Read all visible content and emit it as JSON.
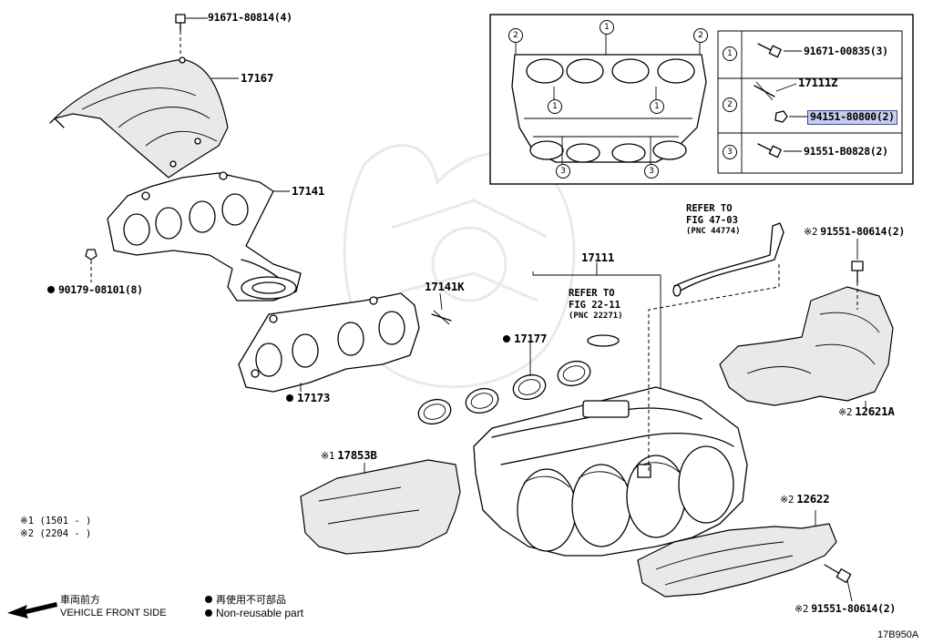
{
  "labels": {
    "p_91671_80814": "91671-80814(4)",
    "p_17167": "17167",
    "p_17141": "17141",
    "p_90179": "90179-08101(8)",
    "p_17141K": "17141K",
    "p_17111": "17111",
    "p_17177": "17177",
    "p_17173": "17173",
    "p_17853B": "17853B",
    "p_12621A": "12621A",
    "p_12622": "12622",
    "p_91551_80614_top": "91551-80614(2)",
    "p_91551_80614_bot": "91551-80614(2)"
  },
  "marks": {
    "x1": "※1",
    "x2": "※2"
  },
  "refs": {
    "fig47": {
      "line1": "REFER TO",
      "line2": "FIG 47-03",
      "line3": "(PNC 44774)"
    },
    "fig22": {
      "line1": "REFER TO",
      "line2": "FIG 22-11",
      "line3": "(PNC 22271)"
    }
  },
  "inset": {
    "row1_num": "1",
    "row1_part": "91671-00835(3)",
    "row2_num": "2",
    "row2_part_a": "17111Z",
    "row2_part_b": "94151-80800(2)",
    "row3_num": "3",
    "row3_part": "91551-B0828(2)",
    "callout_1": "1",
    "callout_2": "2",
    "callout_3": "3"
  },
  "notes": {
    "n1": "※1 (1501 -      )",
    "n2": "※2 (2204 -      )"
  },
  "legend": {
    "front_jp": "車両前方",
    "front_en": "VEHICLE FRONT SIDE",
    "nonreuse_jp": "再使用不可部品",
    "nonreuse_en": "Non-reusable part"
  },
  "figure_id": "17B950A",
  "colors": {
    "highlight_fill": "#c7cdee",
    "highlight_border": "#3b4a9a",
    "ink": "#000000",
    "watermark": "#dcdcdc"
  }
}
